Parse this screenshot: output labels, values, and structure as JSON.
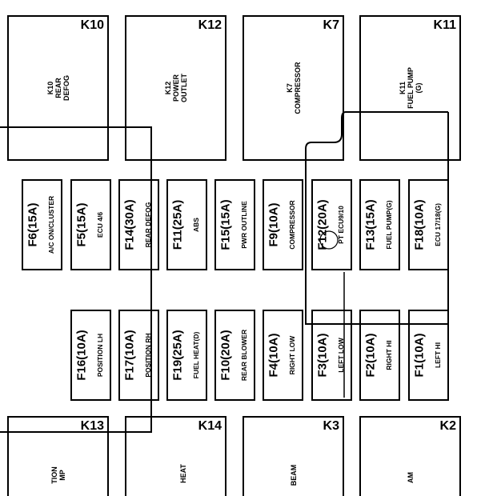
{
  "relays_top": [
    {
      "id": "K10",
      "label": "K10\nREAR\nDEFOG"
    },
    {
      "id": "K12",
      "label": "K12\nPOWER\nOUTLET"
    },
    {
      "id": "K7",
      "label": "K7\nCOMPRESSOR"
    },
    {
      "id": "K11",
      "label": "K11\nFUEL PUMP\n(G)"
    }
  ],
  "fuses_row1": [
    {
      "id": "F6(15A)",
      "desc": "A/C ON/CLUSTER"
    },
    {
      "id": "F5(15A)",
      "desc": "ECU 4/6"
    },
    {
      "id": "F14(30A)",
      "desc": "REAR DEFOG"
    },
    {
      "id": "F11(25A)",
      "desc": "ABS"
    },
    {
      "id": "F15(15A)",
      "desc": "PWR OUTLINE"
    },
    {
      "id": "F9(10A)",
      "desc": "COMPRESSOR"
    },
    {
      "id": "F12(20A)",
      "desc": "PT ECU9/10"
    },
    {
      "id": "F13(15A)",
      "desc": "FUEL PUMP(G)"
    },
    {
      "id": "F18(10A)",
      "desc": "ECU 17/18(G)"
    }
  ],
  "fuses_row2": [
    {
      "id": "F16(10A)",
      "desc": "POSITION LH"
    },
    {
      "id": "F17(10A)",
      "desc": "POSITION RH"
    },
    {
      "id": "F19(25A)",
      "desc": "FUEL HEAT(D)"
    },
    {
      "id": "F10(20A)",
      "desc": "REAR BLOWER"
    },
    {
      "id": "F4(10A)",
      "desc": "RIGHT LOW"
    },
    {
      "id": "F3(10A)",
      "desc": "LEFT LOW"
    },
    {
      "id": "F2(10A)",
      "desc": "RIGHT HI"
    },
    {
      "id": "F1(10A)",
      "desc": "LEFT HI"
    }
  ],
  "relays_bottom": [
    {
      "id": "K13",
      "label": "TION\nMP"
    },
    {
      "id": "K14",
      "label": "HEAT"
    },
    {
      "id": "K3",
      "label": "BEAM"
    },
    {
      "id": "K2",
      "label": "AM"
    }
  ]
}
